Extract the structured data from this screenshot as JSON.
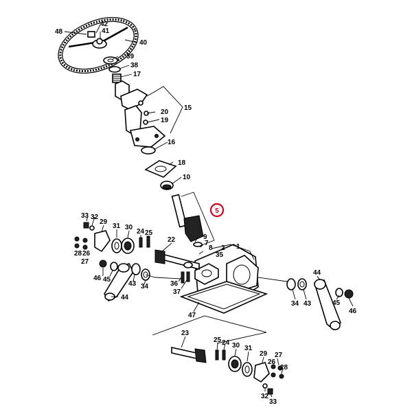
{
  "labels": {
    "l48": "48",
    "l42": "42",
    "l41": "41",
    "l40": "40",
    "l39": "39",
    "l38": "38",
    "l17": "17",
    "l15": "15",
    "l20": "20",
    "l19": "19",
    "l16": "16",
    "l18": "18",
    "l10": "10",
    "l5": "5",
    "l33a": "33",
    "l32a": "32",
    "l29a": "29",
    "l31a": "31",
    "l30a": "30",
    "l24a": "24",
    "l25a": "25",
    "l22": "22",
    "l28a": "28",
    "l26a": "26",
    "l27a": "27",
    "l9": "9",
    "l8": "8",
    "l7": "7",
    "l2": "2",
    "l1": "1",
    "l35": "35",
    "l46a": "46",
    "l45a": "45",
    "l43a": "43",
    "l34a": "34",
    "l44a": "44",
    "l36": "36",
    "l37": "37",
    "l47": "47",
    "l44b": "44",
    "l34b": "34",
    "l43b": "43",
    "l45b": "45",
    "l46b": "46",
    "l23": "23",
    "l25b": "25",
    "l24b": "24",
    "l30b": "30",
    "l31b": "31",
    "l29b": "29",
    "l26b": "26",
    "l27b": "27",
    "l28b": "28",
    "l32b": "32",
    "l33b": "33"
  },
  "highlight": {
    "ring_color": "#d0021b"
  }
}
